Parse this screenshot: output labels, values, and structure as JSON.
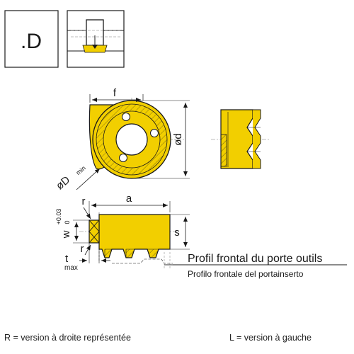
{
  "box_code": ".D",
  "labels": {
    "f": "f",
    "od": "ød",
    "oD_main": "øD",
    "oD_sub": "min",
    "a": "a",
    "r_top": "r",
    "r_bottom": "r",
    "w_main": "w",
    "w_tol": "+0.03",
    "w_tol_zero": "0",
    "s": "s",
    "t_main": "t",
    "t_sub": "max"
  },
  "profile": {
    "fr": "Profil frontal du porte outils",
    "it": "Profilo frontale del portainserto"
  },
  "footer": {
    "left": "R = version à droite représentée",
    "right": "L = version à gauche"
  },
  "colors": {
    "insert_yellow": "#f2cf00",
    "outline": "#1a1a1a",
    "centerline": "#7a7a7a"
  }
}
